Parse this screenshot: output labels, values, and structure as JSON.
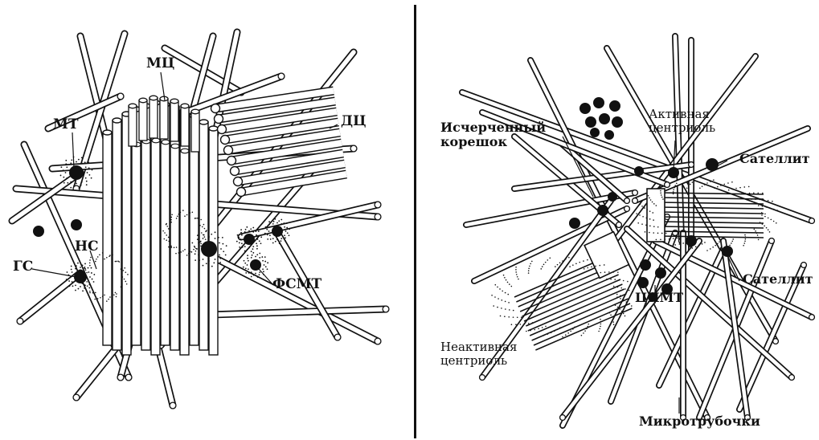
{
  "left_panel": {
    "labels": {
      "mc": "МЦ",
      "mt": "МТ",
      "dc": "ДЦ",
      "ns": "НС",
      "gs": "ГС",
      "fsmt": "ФСМТ"
    }
  },
  "right_panel": {
    "labels": {
      "striated_root": "Исчерченный\nкорешок",
      "active_centriole": "Активная\nцентриоль",
      "satellite_1": "Сателлит",
      "satellite_2": "Сателлит",
      "inactive_centriole": "Неактивная\nцентриоль",
      "cnmt": "ЦНМТ",
      "microtubules": "Микротрубочки"
    }
  },
  "colors": {
    "ink": "#111111",
    "paper": "#ffffff"
  }
}
